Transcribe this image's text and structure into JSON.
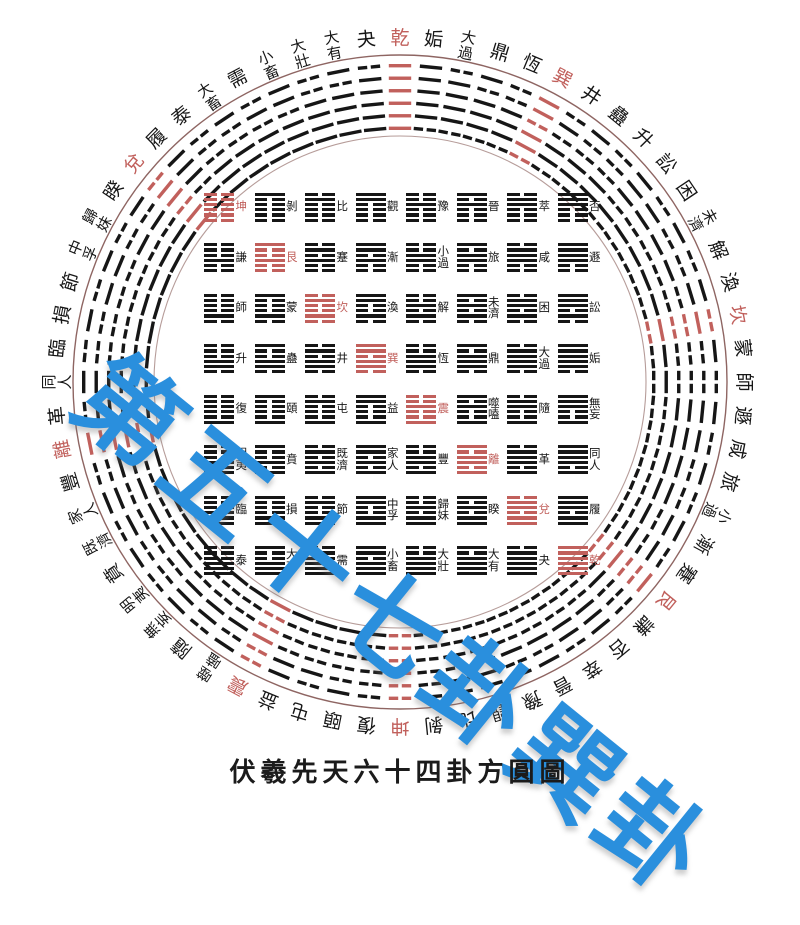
{
  "caption": "伏羲先天六十四卦方圓圖",
  "watermark": {
    "text": "第五十七卦巽卦",
    "color": "#2a8fdd"
  },
  "colors": {
    "line": "#161616",
    "highlight": "#c1605c",
    "ring_stroke": "#7a4a46",
    "background": "#ffffff"
  },
  "square": {
    "rows": 8,
    "cols": 8,
    "cells": [
      [
        {
          "name": "坤",
          "lines": "000000",
          "red": true
        },
        {
          "name": "剝",
          "lines": "000001",
          "red": false
        },
        {
          "name": "比",
          "lines": "000010",
          "red": false
        },
        {
          "name": "觀",
          "lines": "000011",
          "red": false
        },
        {
          "name": "豫",
          "lines": "000100",
          "red": false
        },
        {
          "name": "晉",
          "lines": "000101",
          "red": false
        },
        {
          "name": "萃",
          "lines": "000110",
          "red": false
        },
        {
          "name": "否",
          "lines": "000111",
          "red": false
        }
      ],
      [
        {
          "name": "謙",
          "lines": "001000",
          "red": false
        },
        {
          "name": "艮",
          "lines": "001001",
          "red": true
        },
        {
          "name": "蹇",
          "lines": "001010",
          "red": false
        },
        {
          "name": "漸",
          "lines": "001011",
          "red": false
        },
        {
          "name": "小過",
          "lines": "001100",
          "red": false
        },
        {
          "name": "旅",
          "lines": "001101",
          "red": false
        },
        {
          "name": "咸",
          "lines": "001110",
          "red": false
        },
        {
          "name": "遯",
          "lines": "001111",
          "red": false
        }
      ],
      [
        {
          "name": "師",
          "lines": "010000",
          "red": false
        },
        {
          "name": "蒙",
          "lines": "010001",
          "red": false
        },
        {
          "name": "坎",
          "lines": "010010",
          "red": true
        },
        {
          "name": "渙",
          "lines": "010011",
          "red": false
        },
        {
          "name": "解",
          "lines": "010100",
          "red": false
        },
        {
          "name": "未濟",
          "lines": "010101",
          "red": false
        },
        {
          "name": "困",
          "lines": "010110",
          "red": false
        },
        {
          "name": "訟",
          "lines": "010111",
          "red": false
        }
      ],
      [
        {
          "name": "升",
          "lines": "011000",
          "red": false
        },
        {
          "name": "蠱",
          "lines": "011001",
          "red": false
        },
        {
          "name": "井",
          "lines": "011010",
          "red": false
        },
        {
          "name": "巽",
          "lines": "011011",
          "red": true
        },
        {
          "name": "恆",
          "lines": "011100",
          "red": false
        },
        {
          "name": "鼎",
          "lines": "011101",
          "red": false
        },
        {
          "name": "大過",
          "lines": "011110",
          "red": false
        },
        {
          "name": "姤",
          "lines": "011111",
          "red": false
        }
      ],
      [
        {
          "name": "復",
          "lines": "100000",
          "red": false
        },
        {
          "name": "頤",
          "lines": "100001",
          "red": false
        },
        {
          "name": "屯",
          "lines": "100010",
          "red": false
        },
        {
          "name": "益",
          "lines": "100011",
          "red": false
        },
        {
          "name": "震",
          "lines": "100100",
          "red": true
        },
        {
          "name": "噬嗑",
          "lines": "100101",
          "red": false
        },
        {
          "name": "隨",
          "lines": "100110",
          "red": false
        },
        {
          "name": "無妄",
          "lines": "100111",
          "red": false
        }
      ],
      [
        {
          "name": "明夷",
          "lines": "101000",
          "red": false
        },
        {
          "name": "賁",
          "lines": "101001",
          "red": false
        },
        {
          "name": "既濟",
          "lines": "101010",
          "red": false
        },
        {
          "name": "家人",
          "lines": "101011",
          "red": false
        },
        {
          "name": "豐",
          "lines": "101100",
          "red": false
        },
        {
          "name": "離",
          "lines": "101101",
          "red": true
        },
        {
          "name": "革",
          "lines": "101110",
          "red": false
        },
        {
          "name": "同人",
          "lines": "101111",
          "red": false
        }
      ],
      [
        {
          "name": "臨",
          "lines": "110000",
          "red": false
        },
        {
          "name": "損",
          "lines": "110001",
          "red": false
        },
        {
          "name": "節",
          "lines": "110010",
          "red": false
        },
        {
          "name": "中孚",
          "lines": "110011",
          "red": false
        },
        {
          "name": "歸妹",
          "lines": "110100",
          "red": false
        },
        {
          "name": "睽",
          "lines": "110101",
          "red": false
        },
        {
          "name": "兌",
          "lines": "110110",
          "red": true
        },
        {
          "name": "履",
          "lines": "110111",
          "red": false
        }
      ],
      [
        {
          "name": "泰",
          "lines": "111000",
          "red": false
        },
        {
          "name": "大畜",
          "lines": "111001",
          "red": false
        },
        {
          "name": "需",
          "lines": "111010",
          "red": false
        },
        {
          "name": "小畜",
          "lines": "111011",
          "red": false
        },
        {
          "name": "大壯",
          "lines": "111100",
          "red": false
        },
        {
          "name": "大有",
          "lines": "111101",
          "red": false
        },
        {
          "name": "夬",
          "lines": "111110",
          "red": false
        },
        {
          "name": "乾",
          "lines": "111111",
          "red": true
        }
      ]
    ]
  },
  "ring": {
    "note": "64 hexagrams arranged clockwise; 乾 at top centre, 坤 at bottom centre",
    "items": [
      {
        "name": "乾",
        "lines": "111111",
        "red": true
      },
      {
        "name": "姤",
        "lines": "011111",
        "red": false
      },
      {
        "name": "大過",
        "lines": "011110",
        "red": false
      },
      {
        "name": "鼎",
        "lines": "011101",
        "red": false
      },
      {
        "name": "恆",
        "lines": "011100",
        "red": false
      },
      {
        "name": "巽",
        "lines": "011011",
        "red": true
      },
      {
        "name": "井",
        "lines": "011010",
        "red": false
      },
      {
        "name": "蠱",
        "lines": "011001",
        "red": false
      },
      {
        "name": "升",
        "lines": "011000",
        "red": false
      },
      {
        "name": "訟",
        "lines": "010111",
        "red": false
      },
      {
        "name": "困",
        "lines": "010110",
        "red": false
      },
      {
        "name": "未濟",
        "lines": "010101",
        "red": false
      },
      {
        "name": "解",
        "lines": "010100",
        "red": false
      },
      {
        "name": "渙",
        "lines": "010011",
        "red": false
      },
      {
        "name": "坎",
        "lines": "010010",
        "red": true
      },
      {
        "name": "蒙",
        "lines": "010001",
        "red": false
      },
      {
        "name": "師",
        "lines": "010000",
        "red": false
      },
      {
        "name": "遯",
        "lines": "001111",
        "red": false
      },
      {
        "name": "咸",
        "lines": "001110",
        "red": false
      },
      {
        "name": "旅",
        "lines": "001101",
        "red": false
      },
      {
        "name": "小過",
        "lines": "001100",
        "red": false
      },
      {
        "name": "漸",
        "lines": "001011",
        "red": false
      },
      {
        "name": "蹇",
        "lines": "001010",
        "red": false
      },
      {
        "name": "艮",
        "lines": "001001",
        "red": true
      },
      {
        "name": "謙",
        "lines": "001000",
        "red": false
      },
      {
        "name": "否",
        "lines": "000111",
        "red": false
      },
      {
        "name": "萃",
        "lines": "000110",
        "red": false
      },
      {
        "name": "晉",
        "lines": "000101",
        "red": false
      },
      {
        "name": "豫",
        "lines": "000100",
        "red": false
      },
      {
        "name": "觀",
        "lines": "000011",
        "red": false
      },
      {
        "name": "比",
        "lines": "000010",
        "red": false
      },
      {
        "name": "剝",
        "lines": "000001",
        "red": false
      },
      {
        "name": "坤",
        "lines": "000000",
        "red": true
      },
      {
        "name": "復",
        "lines": "100000",
        "red": false
      },
      {
        "name": "頤",
        "lines": "100001",
        "red": false
      },
      {
        "name": "屯",
        "lines": "100010",
        "red": false
      },
      {
        "name": "益",
        "lines": "100011",
        "red": false
      },
      {
        "name": "震",
        "lines": "100100",
        "red": true
      },
      {
        "name": "噬嗑",
        "lines": "100101",
        "red": false
      },
      {
        "name": "隨",
        "lines": "100110",
        "red": false
      },
      {
        "name": "無妄",
        "lines": "100111",
        "red": false
      },
      {
        "name": "明夷",
        "lines": "101000",
        "red": false
      },
      {
        "name": "賁",
        "lines": "101001",
        "red": false
      },
      {
        "name": "既濟",
        "lines": "101010",
        "red": false
      },
      {
        "name": "家人",
        "lines": "101011",
        "red": false
      },
      {
        "name": "豐",
        "lines": "101100",
        "red": false
      },
      {
        "name": "離",
        "lines": "101101",
        "red": true
      },
      {
        "name": "革",
        "lines": "101110",
        "red": false
      },
      {
        "name": "同人",
        "lines": "101111",
        "red": false
      },
      {
        "name": "臨",
        "lines": "110000",
        "red": false
      },
      {
        "name": "損",
        "lines": "110001",
        "red": false
      },
      {
        "name": "節",
        "lines": "110010",
        "red": false
      },
      {
        "name": "中孚",
        "lines": "110011",
        "red": false
      },
      {
        "name": "歸妹",
        "lines": "110100",
        "red": false
      },
      {
        "name": "睽",
        "lines": "110101",
        "red": false
      },
      {
        "name": "兌",
        "lines": "110110",
        "red": true
      },
      {
        "name": "履",
        "lines": "110111",
        "red": false
      },
      {
        "name": "泰",
        "lines": "111000",
        "red": false
      },
      {
        "name": "大畜",
        "lines": "111001",
        "red": false
      },
      {
        "name": "需",
        "lines": "111010",
        "red": false
      },
      {
        "name": "小畜",
        "lines": "111011",
        "red": false
      },
      {
        "name": "大壯",
        "lines": "111100",
        "red": false
      },
      {
        "name": "大有",
        "lines": "111101",
        "red": false
      },
      {
        "name": "夬",
        "lines": "111110",
        "red": false
      }
    ]
  }
}
